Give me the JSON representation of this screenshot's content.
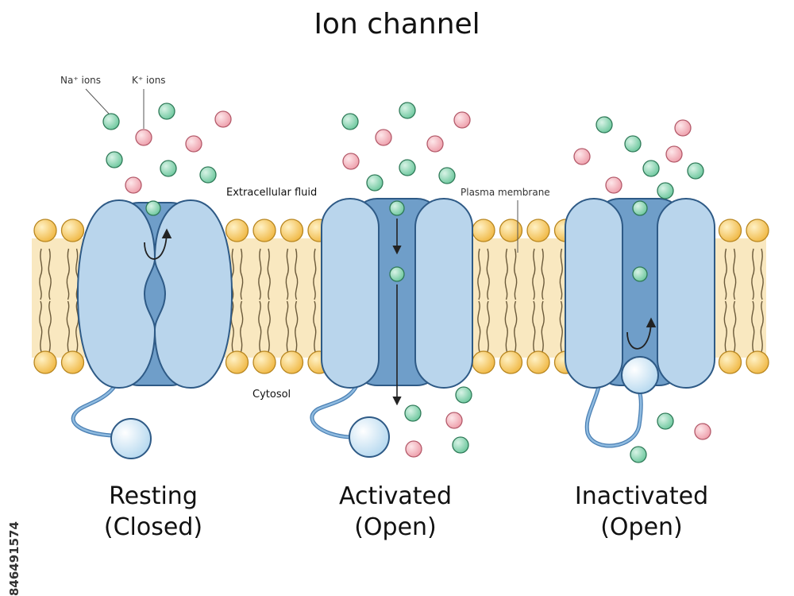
{
  "title": "Ion channel",
  "legend": {
    "na": "Na⁺ ions",
    "k": "K⁺ ions"
  },
  "labels": {
    "extracellular": "Extracellular fluid",
    "plasma_membrane": "Plasma membrane",
    "cytosol": "Cytosol"
  },
  "states": [
    {
      "name": "resting",
      "line1": "Resting",
      "line2": "(Closed)"
    },
    {
      "name": "activated",
      "line1": "Activated",
      "line2": "(Open)"
    },
    {
      "name": "inactivated",
      "line1": "Inactivated",
      "line2": "(Open)"
    }
  ],
  "stock_id": "846491574",
  "colors": {
    "sodium_ion": "#8fd6b4",
    "potassium_ion": "#f6b8c0",
    "channel_light": "#b9d5ec",
    "channel_dark": "#6f9ec9",
    "phospholipid_head": "#f7cf6a",
    "membrane_fill": "#f9e8c0",
    "ball": "#d5eaf7"
  }
}
